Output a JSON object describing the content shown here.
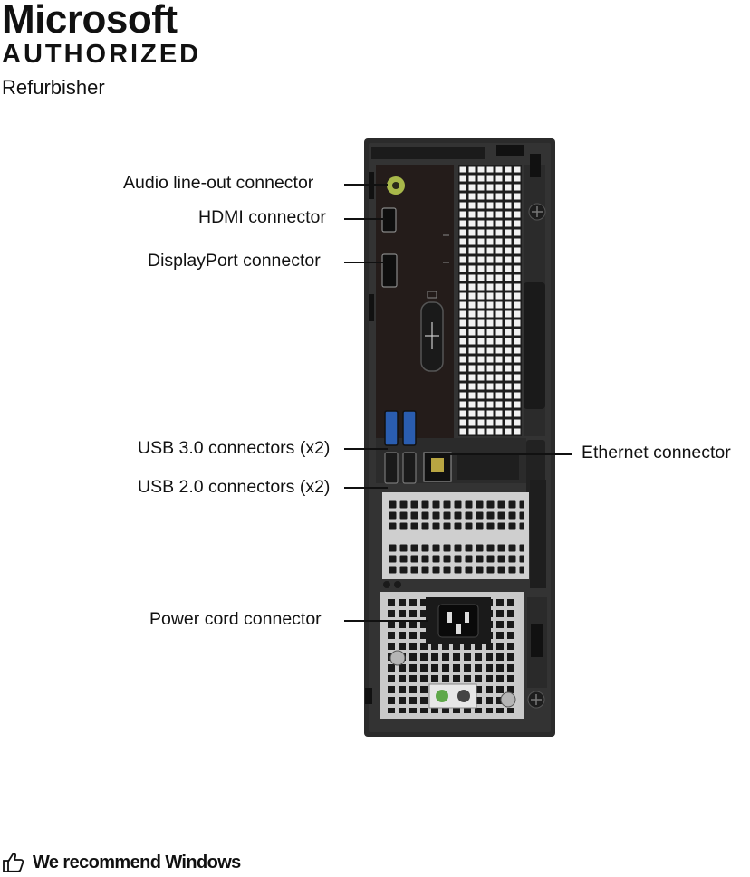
{
  "badge": {
    "brand": "Microsoft",
    "status": "AUTHORIZED",
    "role": "Refurbisher"
  },
  "callouts": {
    "audio": "Audio line-out connector",
    "hdmi": "HDMI connector",
    "displayport": "DisplayPort connector",
    "usb3": "USB 3.0 connectors (x2)",
    "usb2": "USB 2.0 connectors (x2)",
    "power": "Power cord connector",
    "ethernet": "Ethernet connector"
  },
  "footer": {
    "text": "We recommend Windows",
    "icon": "thumbs-up-icon"
  },
  "colors": {
    "chassis": "#2b2b2b",
    "io_panel": "#241c1a",
    "usb3_blue": "#2a5db0",
    "audio_green": "#a8b84a",
    "psu_metal": "#c9c9c9"
  }
}
